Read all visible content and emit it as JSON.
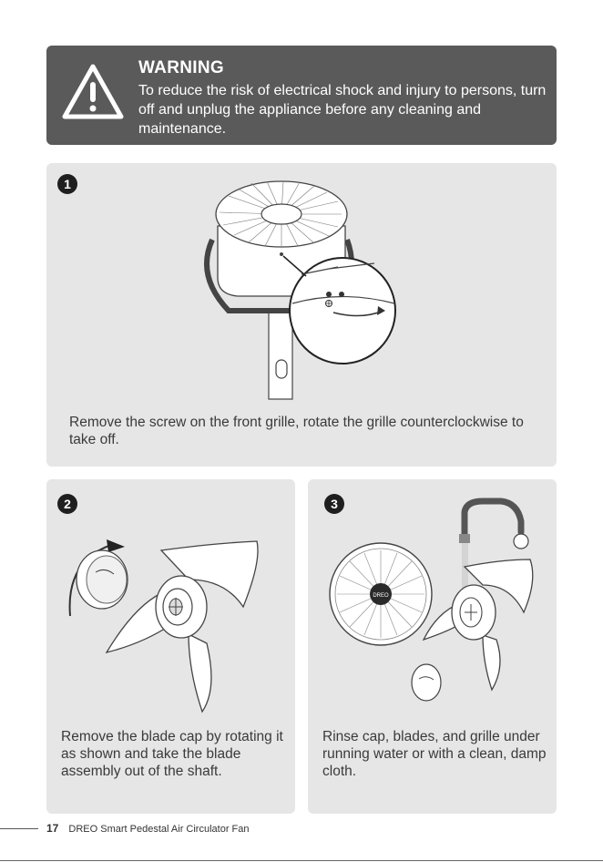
{
  "warning": {
    "icon": "warning-triangle-icon",
    "title": "WARNING",
    "text": "To reduce the risk of electrical shock and injury to persons, turn off and unplug the appliance before any cleaning and maintenance."
  },
  "steps": [
    {
      "number": "1",
      "icon": "fan-grille-screw-illustration",
      "caption": "Remove the screw on the front grille, rotate the grille counterclockwise to take off."
    },
    {
      "number": "2",
      "icon": "blade-cap-removal-illustration",
      "caption": "Remove the blade cap by rotating it as shown and take the blade assembly out of the shaft."
    },
    {
      "number": "3",
      "icon": "rinse-parts-illustration",
      "logo_text": "DREO",
      "caption": "Rinse cap, blades, and grille under running water or with a clean, damp cloth."
    }
  ],
  "footer": {
    "page_number": "17",
    "title": "DREO Smart Pedestal Air Circulator Fan"
  },
  "colors": {
    "warning_bg": "#5a5a5a",
    "card_bg": "#e6e6e6",
    "badge_bg": "#1f1f1f"
  }
}
